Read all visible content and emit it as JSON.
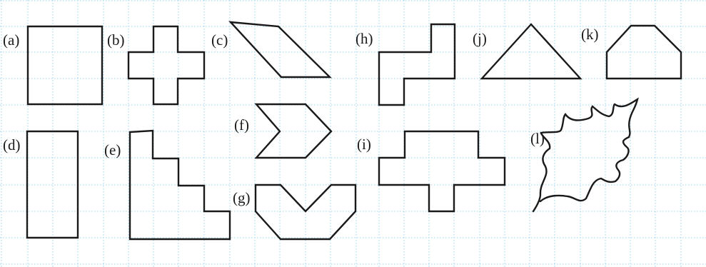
{
  "labels": {
    "a": "(a)",
    "b": "(b)",
    "c": "(c)",
    "d": "(d)",
    "e": "(e)",
    "f": "(f)",
    "g": "(g)",
    "h": "(h)",
    "i": "(i)",
    "j": "(j)",
    "k": "(k)",
    "l": "(l)"
  },
  "colors": {
    "grid": "#9fd3ea",
    "stroke": "#1a1a1a",
    "background": "#ffffff"
  }
}
